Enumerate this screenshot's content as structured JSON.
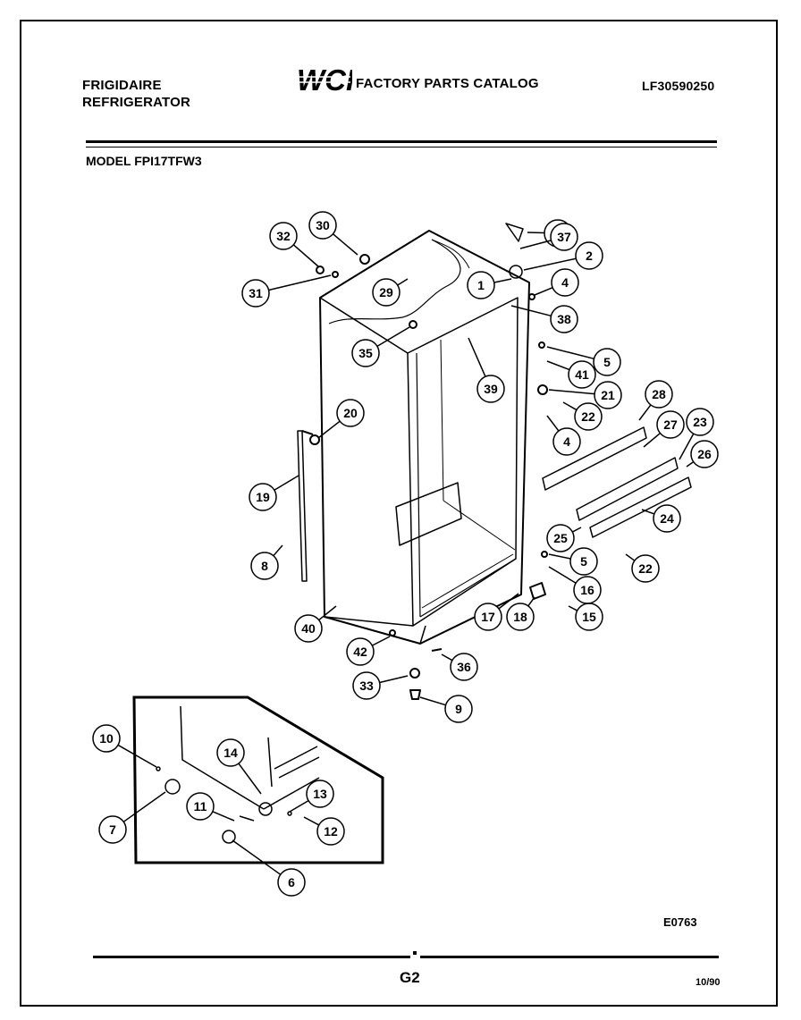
{
  "header": {
    "brand_line1": "FRIGIDAIRE",
    "brand_line2": "REFRIGERATOR",
    "logo_text": "WCI",
    "catalog_title": "FACTORY PARTS CATALOG",
    "catalog_number": "LF30590250"
  },
  "model_label": "MODEL FPI17TFW3",
  "footer": {
    "diagram_code": "E0763",
    "page_id": "G2",
    "date": "10/90"
  },
  "callouts": [
    "1",
    "2",
    "3",
    "4",
    "4",
    "5",
    "5",
    "6",
    "7",
    "8",
    "9",
    "10",
    "11",
    "12",
    "13",
    "14",
    "15",
    "16",
    "17",
    "18",
    "19",
    "20",
    "21",
    "22",
    "22",
    "23",
    "24",
    "25",
    "26",
    "27",
    "28",
    "29",
    "30",
    "31",
    "32",
    "33",
    "35",
    "36",
    "37",
    "38",
    "39",
    "40",
    "41",
    "42"
  ]
}
